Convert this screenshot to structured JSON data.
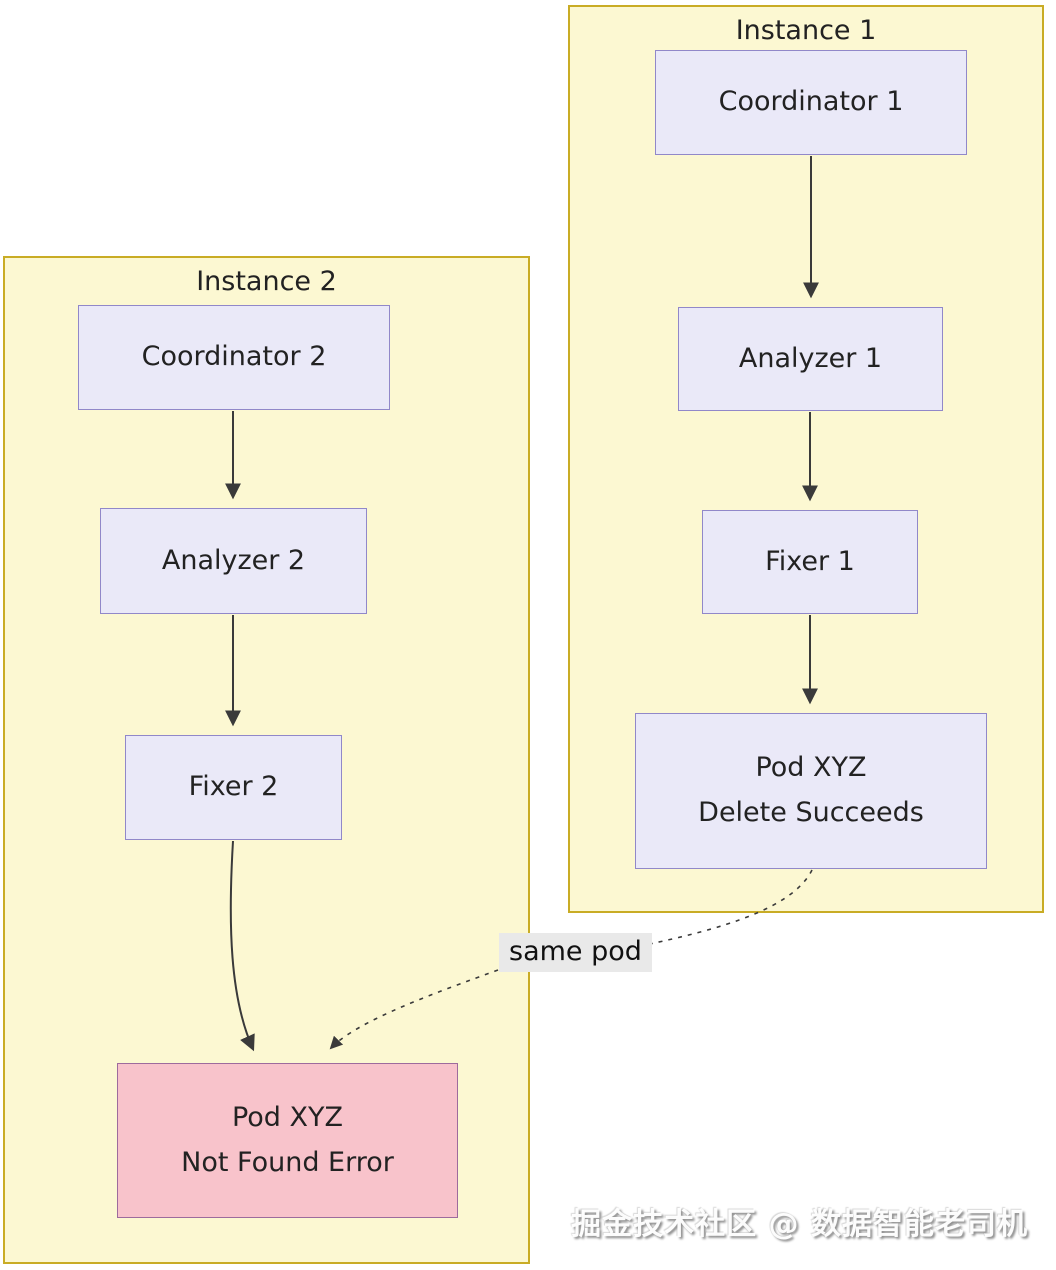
{
  "diagram": {
    "edge_label": "same pod",
    "instance1": {
      "title": "Instance 1",
      "coordinator": "Coordinator 1",
      "analyzer": "Analyzer 1",
      "fixer": "Fixer 1",
      "pod": {
        "line1": "Pod XYZ",
        "line2": "Delete Succeeds"
      }
    },
    "instance2": {
      "title": "Instance 2",
      "coordinator": "Coordinator 2",
      "analyzer": "Analyzer 2",
      "fixer": "Fixer 2",
      "pod": {
        "line1": "Pod XYZ",
        "line2": "Not Found Error"
      }
    },
    "colors": {
      "subgraph_fill": "#fcf8d2",
      "subgraph_border": "#c9ac25",
      "node_fill": "#eae9f8",
      "node_border": "#9188c9",
      "error_fill": "#f8c3cb",
      "error_border": "#9d6b9d",
      "arrow": "#3a3a3a",
      "label_bg": "#e9e9e9",
      "text": "#222222"
    }
  },
  "watermark": {
    "text": "掘金技术社区 @ 数据智能老司机"
  }
}
